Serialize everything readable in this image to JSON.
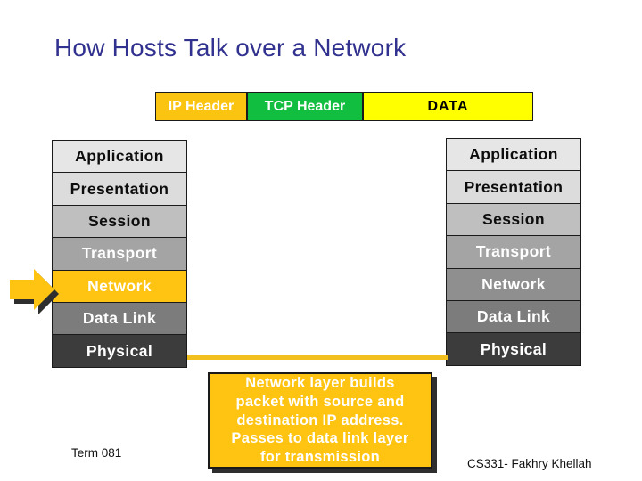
{
  "slide": {
    "title": "How Hosts Talk over a Network",
    "footer_left": "Term 081",
    "footer_right": "CS331- Fakhry Khellah"
  },
  "packet": {
    "segments": [
      {
        "label": "IP Header",
        "color": "#FBC411",
        "text_color": "#FFFFFF"
      },
      {
        "label": "TCP Header",
        "color": "#12BE3F",
        "text_color": "#FFFFFF"
      },
      {
        "label": "DATA",
        "color": "#FFFF00",
        "text_color": "#000000"
      }
    ]
  },
  "osi_layers": [
    "Application",
    "Presentation",
    "Session",
    "Transport",
    "Network",
    "Data Link",
    "Physical"
  ],
  "stacks": {
    "left": {
      "highlighted_layer": "Network",
      "highlight_color": "#FFC312",
      "arrow": "yellow-right-arrow"
    },
    "right": {
      "highlighted_layer": null
    }
  },
  "callout": {
    "lines": [
      "Network layer builds",
      "packet with source and",
      "destination IP address.",
      "Passes to data link layer",
      "for transmission"
    ],
    "background": "#FFC312",
    "text_color": "#FFFFFF"
  },
  "colors": {
    "title_text": "#31318F",
    "layer_shades_top_to_bottom": [
      "#E6E6E6",
      "#DCDCDC",
      "#BFBFBF",
      "#A4A4A4",
      "#8F8F8F",
      "#7C7C7C",
      "#3C3C3C"
    ],
    "wire": "#F2C01E",
    "box_border": "#1A1A1A",
    "shadow": "#2E2E2E",
    "background": "#FFFFFF"
  }
}
